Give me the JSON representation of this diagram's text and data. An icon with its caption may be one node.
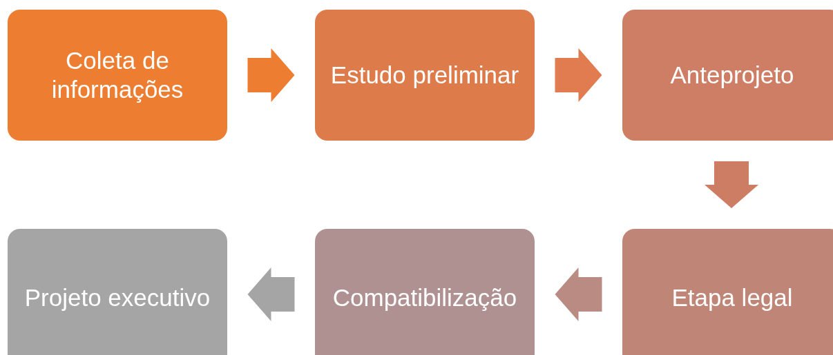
{
  "diagram": {
    "nodes": [
      {
        "text": [
          "Coleta de informações"
        ]
      },
      {
        "text": [
          "Estudo preliminar"
        ]
      },
      {
        "text": [
          "Anteprojeto"
        ]
      },
      {
        "text": [
          "Etapa legal"
        ]
      },
      {
        "text": [
          "Compatibilização"
        ]
      },
      {
        "text": [
          "Projeto executivo"
        ]
      }
    ],
    "edges": [
      {
        "from": 0,
        "to": 1,
        "arrow": "to",
        "color": "#ed7d31"
      },
      {
        "from": 1,
        "to": 2,
        "arrow": "to",
        "color": "#e07c4f"
      },
      {
        "from": 2,
        "to": 3,
        "arrow": "to",
        "color": "#cd7d64"
      },
      {
        "from": 3,
        "to": 4,
        "arrow": "to",
        "color": "#b98b82"
      },
      {
        "from": 4,
        "to": 5,
        "arrow": "to",
        "color": "#a5a5a5"
      }
    ]
  }
}
